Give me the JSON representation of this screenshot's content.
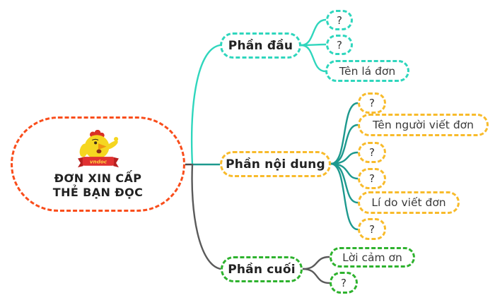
{
  "central": {
    "title_line1": "ĐƠN XIN CẤP",
    "title_line2": "THẺ BẠN ĐỌC",
    "logo_banner_text": "vndoc",
    "border_color": "#f94d1b"
  },
  "branches": [
    {
      "label": "Phần đầu",
      "color": "#2fd6bd",
      "connector_color": "#2fd6bd",
      "children": [
        {
          "label": "?"
        },
        {
          "label": "?"
        },
        {
          "label": "Tên lá đơn"
        }
      ]
    },
    {
      "label": "Phần nội dung",
      "color": "#f8bb2b",
      "connector_color": "#1d998e",
      "children": [
        {
          "label": "?"
        },
        {
          "label": "Tên người viết đơn"
        },
        {
          "label": "?"
        },
        {
          "label": "?"
        },
        {
          "label": "Lí do viết đơn"
        },
        {
          "label": "?"
        }
      ]
    },
    {
      "label": "Phần cuối",
      "color": "#2eb22e",
      "connector_color": "#5a5a5a",
      "children": [
        {
          "label": "Lời cảm ơn"
        },
        {
          "label": "?"
        }
      ]
    }
  ]
}
